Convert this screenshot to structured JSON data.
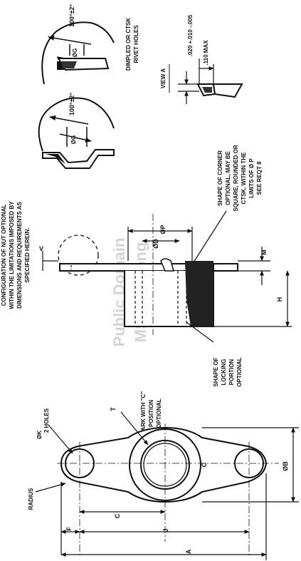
{
  "notes": {
    "config_line1": "CONFIGURATION OF NUT OPTIONAL",
    "config_line2": "WITHIN THE LIMITATIONS IMPOSED BY",
    "config_line3": "DIMENSIONS AND REQUIREMENTS AS",
    "config_line4": "SPECIFIED HEREIN.",
    "dimpled_line1": "DIMPLED OR CTSK",
    "dimpled_line2": "RIVET HOLES",
    "corner_line1": "SHAPE OF CORNER",
    "corner_line2": "OPTIONAL, MAY BE",
    "corner_line3": "SQUARE, ROUNDED OR",
    "corner_line4": "CTSK. WITHIN THE",
    "corner_line5": "LIMITS OF Ø P",
    "corner_line6": "SEE REQT 8",
    "locking_line1": "SHAPE OF",
    "locking_line2": "LOCKING",
    "locking_line3": "PORTION",
    "locking_line4": "OPTIONAL",
    "mark_line1": "MARK WITH \"C\"",
    "mark_line2": "POSITION",
    "mark_line3": "OPTIONAL",
    "radius": "RADIUS",
    "holes_line1": "ØK",
    "holes_line2": "2 HOLES",
    "view_a": "VIEW A"
  },
  "dims": {
    "angle_top": "100°±2°",
    "angle_mid": "100°±2°",
    "og_top": "ØG",
    "og_mid": "ØG",
    "tol": ".020 +.010 -.005",
    "max": ".110 MAX",
    "V": "V",
    "M": "M",
    "H": "H",
    "OD": "ØD",
    "OP": "ØP",
    "T": "T",
    "C": "C",
    "C_small": "C",
    "J": "J",
    "F": "F",
    "A": "A",
    "B": "ØB"
  },
  "watermark": {
    "line1": "Public Domain",
    "line2": "MS21047.png"
  }
}
